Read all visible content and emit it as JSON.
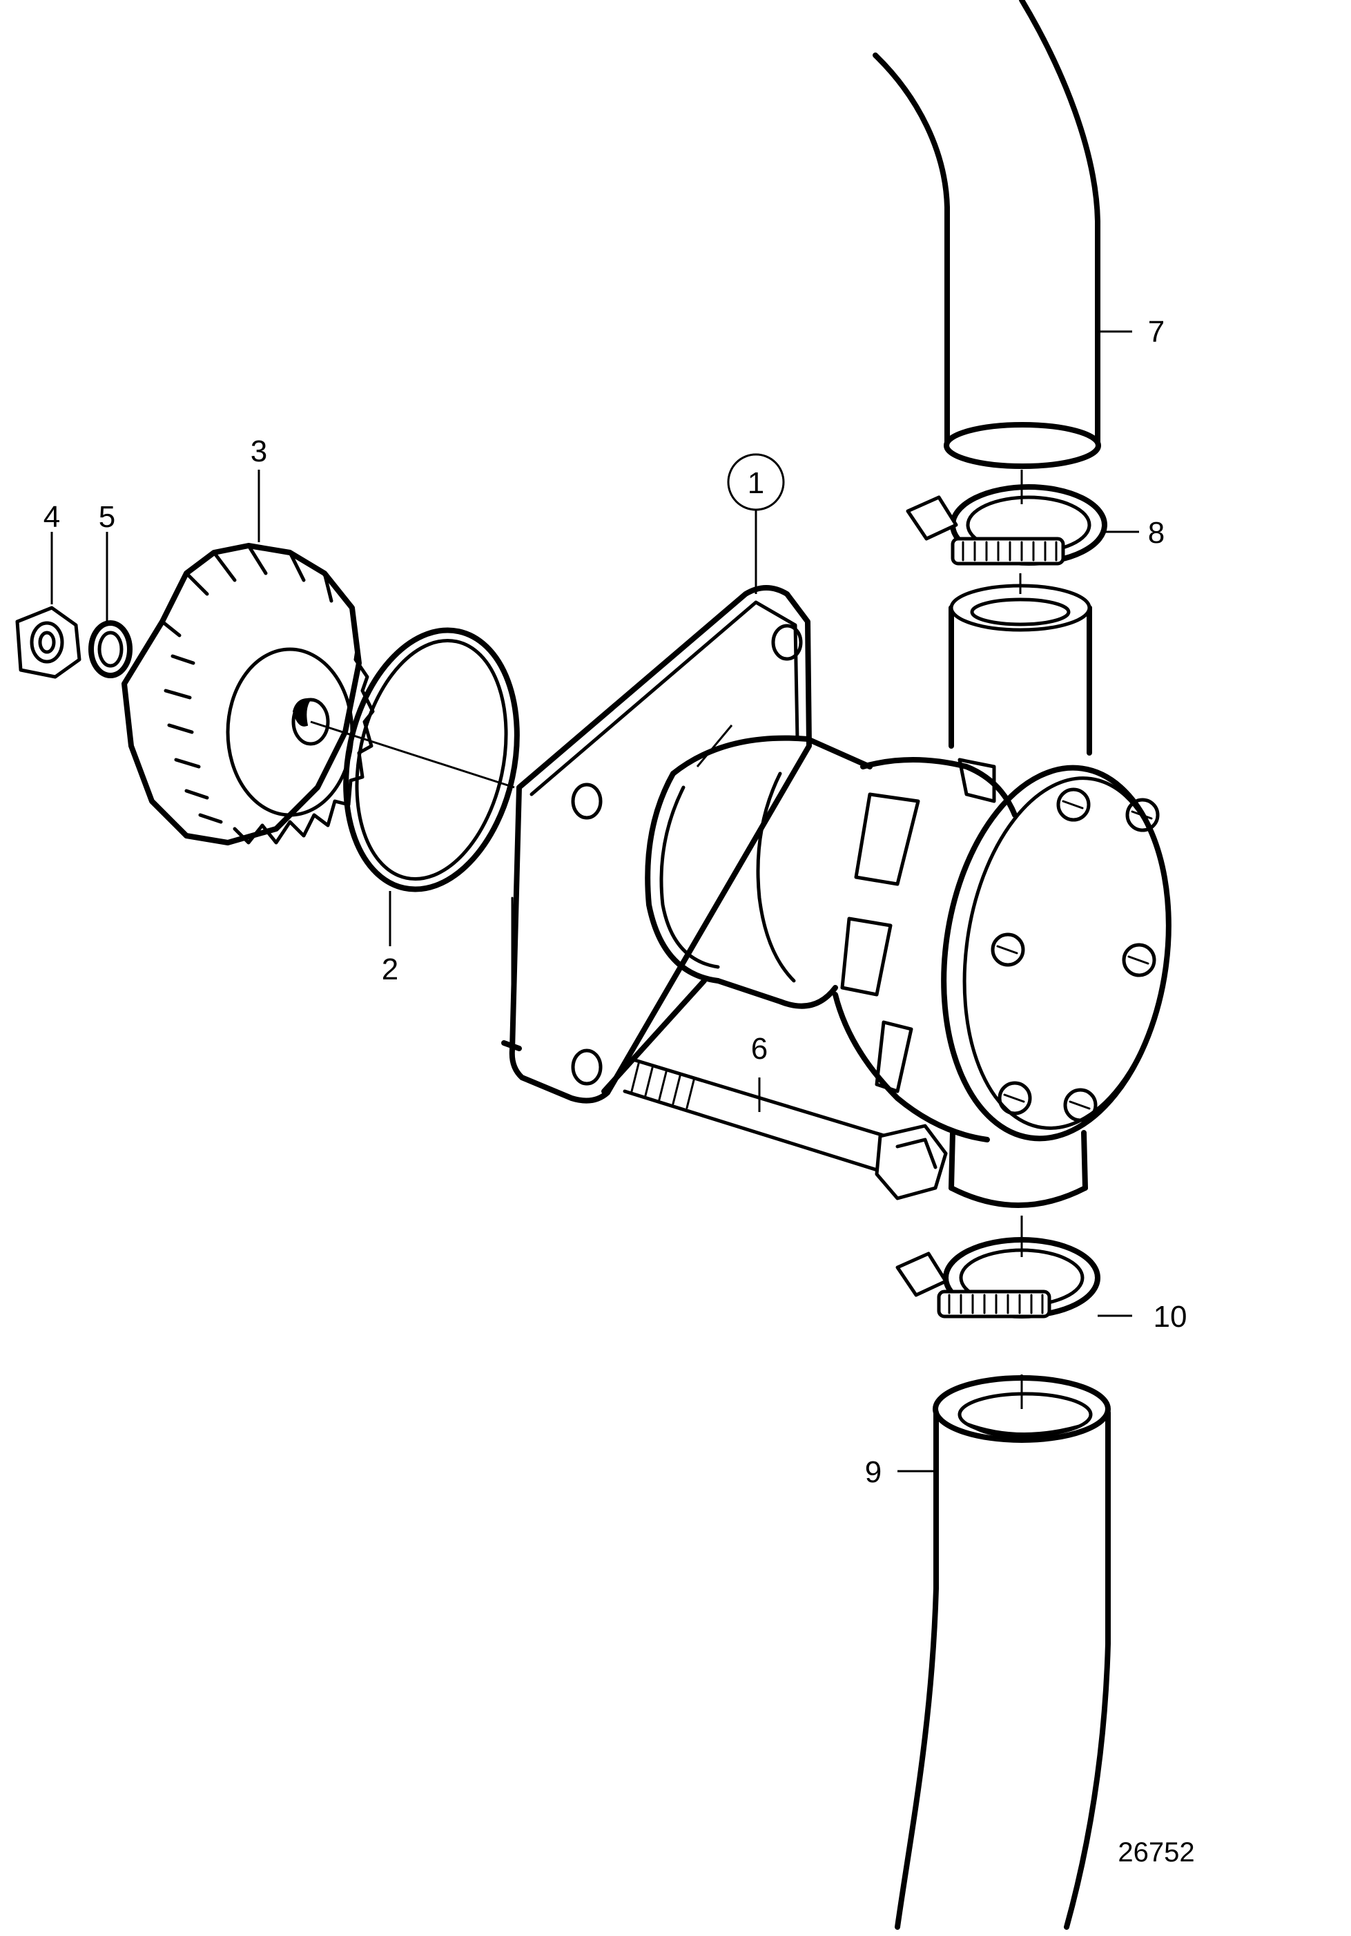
{
  "callouts": {
    "c1": "1",
    "c2": "2",
    "c3": "3",
    "c4": "4",
    "c5": "5",
    "c6": "6",
    "c7": "7",
    "c8": "8",
    "c9": "9",
    "c10": "10"
  },
  "reference_number": "26752"
}
